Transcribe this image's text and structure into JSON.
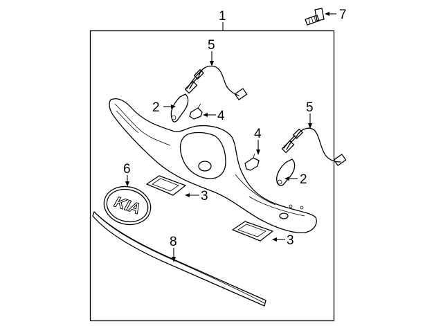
{
  "callouts": {
    "c1": "1",
    "c2a": "2",
    "c2b": "2",
    "c3a": "3",
    "c3b": "3",
    "c4a": "4",
    "c4b": "4",
    "c5a": "5",
    "c5b": "5",
    "c6": "6",
    "c7": "7",
    "c8": "8"
  },
  "emblem_text": "KIA"
}
